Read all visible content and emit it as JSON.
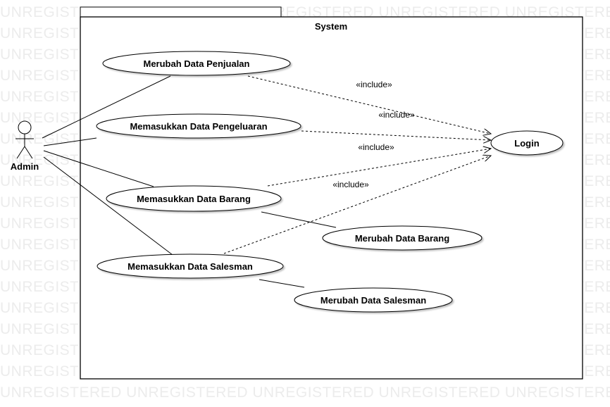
{
  "watermark_text": "UNREGISTERED",
  "system": {
    "title": "System"
  },
  "actor": {
    "name": "Admin"
  },
  "use_cases": {
    "ubah_penjualan": "Merubah Data Penjualan",
    "masuk_pengeluaran": "Memasukkan Data Pengeluaran",
    "masuk_barang": "Memasukkan Data Barang",
    "masuk_salesman": "Memasukkan Data Salesman",
    "login": "Login",
    "ubah_barang": "Merubah Data Barang",
    "ubah_salesman": "Merubah Data Salesman"
  },
  "relations": {
    "include_1": "«include»",
    "include_2": "«include»",
    "include_3": "«include»",
    "include_4": "«include»"
  }
}
